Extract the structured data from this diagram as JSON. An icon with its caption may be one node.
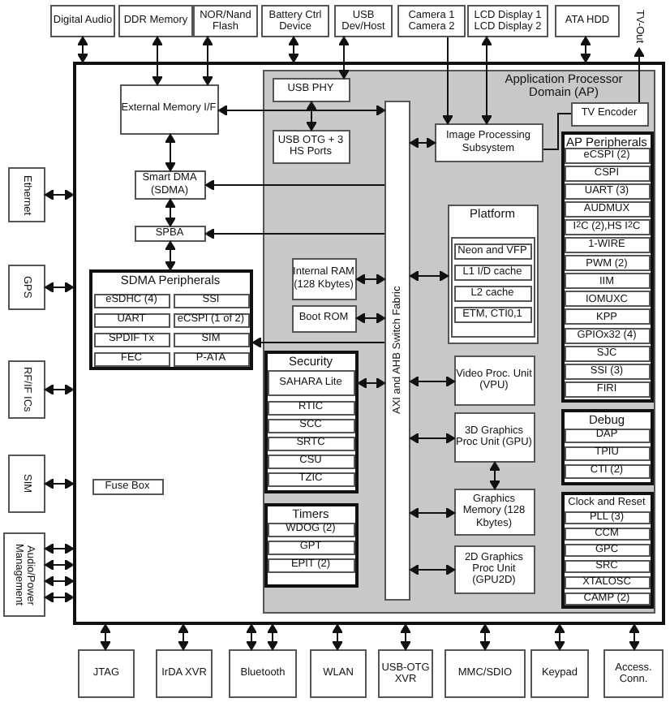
{
  "diagram": {
    "nodes": [
      {
        "text": [
          "Digital Audio"
        ]
      },
      {
        "text": [
          "DDR Memory"
        ]
      },
      {
        "text": [
          "NOR/Nand Flash"
        ]
      },
      {
        "text": [
          "Battery Ctrl Device"
        ]
      },
      {
        "text": [
          "USB Dev/Host"
        ]
      },
      {
        "text": [
          "Camera 1 Camera 2"
        ]
      },
      {
        "text": [
          "LCD Display 1 LCD Display 2"
        ]
      },
      {
        "text": [
          "ATA HDD"
        ]
      },
      {
        "text": [
          "TV-Out"
        ]
      },
      {
        "text": [
          "Ethernet"
        ]
      },
      {
        "text": [
          "GPS"
        ]
      },
      {
        "text": [
          "RF/IF ICs"
        ]
      },
      {
        "text": [
          "SIM"
        ]
      },
      {
        "text": [
          "Audio/Power Management"
        ]
      },
      {
        "text": [
          "JTAG"
        ]
      },
      {
        "text": [
          "IrDA XVR"
        ]
      },
      {
        "text": [
          "Bluetooth"
        ]
      },
      {
        "text": [
          "WLAN"
        ]
      },
      {
        "text": [
          "USB-OTG XVR"
        ]
      },
      {
        "text": [
          "MMC/SDIO"
        ]
      },
      {
        "text": [
          "Keypad"
        ]
      },
      {
        "text": [
          "Access. Conn."
        ]
      },
      {
        "text": [],
        "shape": "box"
      },
      {
        "text": [
          "External Memory I/F"
        ],
        "in": 22
      },
      {
        "text": [
          "Smart DMA (SDMA)"
        ],
        "in": 22
      },
      {
        "text": [
          "SPBA"
        ],
        "in": 22
      },
      {
        "text": [
          "SDMA Peripherals"
        ],
        "in": 22
      },
      {
        "text": [
          "eSDHC (4)"
        ],
        "in": 26
      },
      {
        "text": [
          "SSI"
        ],
        "in": 26
      },
      {
        "text": [
          "UART"
        ],
        "in": 26
      },
      {
        "text": [
          "eCSPI (1 of 2)"
        ],
        "in": 26
      },
      {
        "text": [
          "SPDIF Tx"
        ],
        "in": 26
      },
      {
        "text": [
          "SIM"
        ],
        "in": 26
      },
      {
        "text": [
          "FEC"
        ],
        "in": 26
      },
      {
        "text": [
          "P-ATA"
        ],
        "in": 26
      },
      {
        "text": [
          "Fuse Box"
        ],
        "in": 22
      },
      {
        "text": [
          "Application Processor Domain (AP)"
        ],
        "in": 22
      },
      {
        "text": [
          "USB PHY"
        ],
        "in": 36
      },
      {
        "text": [
          "USB OTG + 3 HS Ports"
        ],
        "in": 36
      },
      {
        "text": [
          "AXI and AHB Switch Fabric"
        ],
        "in": 36
      },
      {
        "text": [
          "Image Processing Subsystem"
        ],
        "in": 36
      },
      {
        "text": [
          "TV Encoder"
        ],
        "in": 36
      },
      {
        "text": [
          "AP Peripherals"
        ],
        "in": 36
      },
      {
        "text": [
          "eCSPI (2)"
        ],
        "in": 42
      },
      {
        "text": [
          "CSPI"
        ],
        "in": 42
      },
      {
        "text": [
          "UART (3)"
        ],
        "in": 42
      },
      {
        "text": [
          "AUDMUX"
        ],
        "in": 42
      },
      {
        "text": [
          "I$^{2}$C (2),HS I$^{2}$C"
        ],
        "in": 42
      },
      {
        "text": [
          "1-WIRE"
        ],
        "in": 42
      },
      {
        "text": [
          "PWM (2)"
        ],
        "in": 42
      },
      {
        "text": [
          "IIM"
        ],
        "in": 42
      },
      {
        "text": [
          "IOMUXC"
        ],
        "in": 42
      },
      {
        "text": [
          "KPP"
        ],
        "in": 42
      },
      {
        "text": [
          "GPIOx32 (4)"
        ],
        "in": 42
      },
      {
        "text": [
          "SJC"
        ],
        "in": 42
      },
      {
        "text": [
          "SSI (3)"
        ],
        "in": 42
      },
      {
        "text": [
          "FIRI"
        ],
        "in": 42
      },
      {
        "text": [
          "Platform"
        ],
        "in": 36
      },
      {
        "text": [],
        "shape": "box",
        "in": 57
      },
      {
        "text": [
          "Neon and VFP"
        ],
        "in": 58
      },
      {
        "text": [
          "L1 I/D cache"
        ],
        "in": 58
      },
      {
        "text": [
          "L2 cache"
        ],
        "in": 58
      },
      {
        "text": [
          "ETM, CTI0,1"
        ],
        "in": 58
      },
      {
        "text": [
          "Internal RAM (128 Kbytes)"
        ],
        "in": 36
      },
      {
        "text": [
          "Boot ROM"
        ],
        "in": 36
      },
      {
        "text": [
          "Security"
        ],
        "in": 36
      },
      {
        "text": [
          "SAHARA Lite"
        ],
        "in": 65
      },
      {
        "text": [
          "RTIC"
        ],
        "in": 65
      },
      {
        "text": [
          "SCC"
        ],
        "in": 65
      },
      {
        "text": [
          "SRTC"
        ],
        "in": 65
      },
      {
        "text": [
          "CSU"
        ],
        "in": 65
      },
      {
        "text": [
          "TZIC"
        ],
        "in": 65
      },
      {
        "text": [
          "Timers"
        ],
        "in": 36
      },
      {
        "text": [
          "WDOG (2)"
        ],
        "in": 72
      },
      {
        "text": [
          "GPT"
        ],
        "in": 72
      },
      {
        "text": [
          "EPIT (2)"
        ],
        "in": 72
      },
      {
        "text": [
          "Video Proc. Unit (VPU)"
        ],
        "in": 36
      },
      {
        "text": [
          "3D Graphics Proc Unit (GPU)"
        ],
        "in": 36
      },
      {
        "text": [
          "Graphics Memory (128 Kbytes)"
        ],
        "in": 36
      },
      {
        "text": [
          "2D Graphics Proc Unit (GPU2D)"
        ],
        "in": 36
      },
      {
        "text": [
          "Debug"
        ],
        "in": 36
      },
      {
        "text": [
          "DAP"
        ],
        "in": 80
      },
      {
        "text": [
          "TPIU"
        ],
        "in": 80
      },
      {
        "text": [
          "CTI (2)"
        ],
        "in": 80
      },
      {
        "text": [
          "Clock and Reset"
        ],
        "in": 36
      },
      {
        "text": [
          "PLL (3)"
        ],
        "in": 84
      },
      {
        "text": [
          "CCM"
        ],
        "in": 84
      },
      {
        "text": [
          "GPC"
        ],
        "in": 84
      },
      {
        "text": [
          "SRC"
        ],
        "in": 84
      },
      {
        "text": [
          "XTALOSC"
        ],
        "in": 84
      },
      {
        "text": [
          "CAMP (2)"
        ],
        "in": 84
      }
    ],
    "edges": [
      {
        "from": 0,
        "to": 22,
        "arrow": "both"
      },
      {
        "from": 1,
        "to": 23,
        "arrow": "both"
      },
      {
        "from": 2,
        "to": 23,
        "arrow": "both"
      },
      {
        "from": 3,
        "to": 22,
        "arrow": "both"
      },
      {
        "from": 4,
        "to": 37,
        "arrow": "both"
      },
      {
        "from": 5,
        "to": 40,
        "arrow": "to"
      },
      {
        "from": 6,
        "to": 40,
        "arrow": "both"
      },
      {
        "from": 7,
        "to": 22,
        "arrow": "both"
      },
      {
        "from": 41,
        "to": 8,
        "arrow": "to"
      },
      {
        "from": 40,
        "to": 41,
        "arrow": "none"
      },
      {
        "from": 23,
        "to": 39,
        "arrow": "both"
      },
      {
        "from": 23,
        "to": 24,
        "arrow": "both"
      },
      {
        "from": 37,
        "to": 38,
        "arrow": "both"
      },
      {
        "from": 39,
        "to": 40,
        "arrow": "both"
      },
      {
        "from": 39,
        "to": 24,
        "arrow": "to"
      },
      {
        "from": 24,
        "to": 25,
        "arrow": "both"
      },
      {
        "from": 39,
        "to": 25,
        "arrow": "to"
      },
      {
        "from": 25,
        "to": 26,
        "arrow": "both"
      },
      {
        "from": 39,
        "to": 26,
        "arrow": "to"
      },
      {
        "from": 39,
        "to": 57,
        "arrow": "both"
      },
      {
        "from": 63,
        "to": 39,
        "arrow": "both"
      },
      {
        "from": 64,
        "to": 39,
        "arrow": "both"
      },
      {
        "from": 65,
        "to": 39,
        "arrow": "both"
      },
      {
        "from": 39,
        "to": 76,
        "arrow": "both"
      },
      {
        "from": 39,
        "to": 77,
        "arrow": "both"
      },
      {
        "from": 77,
        "to": 78,
        "arrow": "both"
      },
      {
        "from": 39,
        "to": 78,
        "arrow": "both"
      },
      {
        "from": 39,
        "to": 79,
        "arrow": "both"
      },
      {
        "from": 9,
        "to": 22,
        "arrow": "both"
      },
      {
        "from": 10,
        "to": 22,
        "arrow": "both"
      },
      {
        "from": 11,
        "to": 22,
        "arrow": "both"
      },
      {
        "from": 12,
        "to": 22,
        "arrow": "both"
      },
      {
        "from": 13,
        "to": 22,
        "arrow": "both"
      },
      {
        "from": 13,
        "to": 22,
        "arrow": "both"
      },
      {
        "from": 13,
        "to": 22,
        "arrow": "both"
      },
      {
        "from": 13,
        "to": 22,
        "arrow": "both"
      },
      {
        "from": 22,
        "to": 14,
        "arrow": "both"
      },
      {
        "from": 22,
        "to": 15,
        "arrow": "both"
      },
      {
        "from": 22,
        "to": 16,
        "arrow": "both"
      },
      {
        "from": 22,
        "to": 16,
        "arrow": "both"
      },
      {
        "from": 22,
        "to": 17,
        "arrow": "both"
      },
      {
        "from": 22,
        "to": 18,
        "arrow": "both"
      },
      {
        "from": 22,
        "to": 19,
        "arrow": "both"
      },
      {
        "from": 22,
        "to": 20,
        "arrow": "both"
      },
      {
        "from": 22,
        "to": 21,
        "arrow": "both"
      }
    ]
  }
}
